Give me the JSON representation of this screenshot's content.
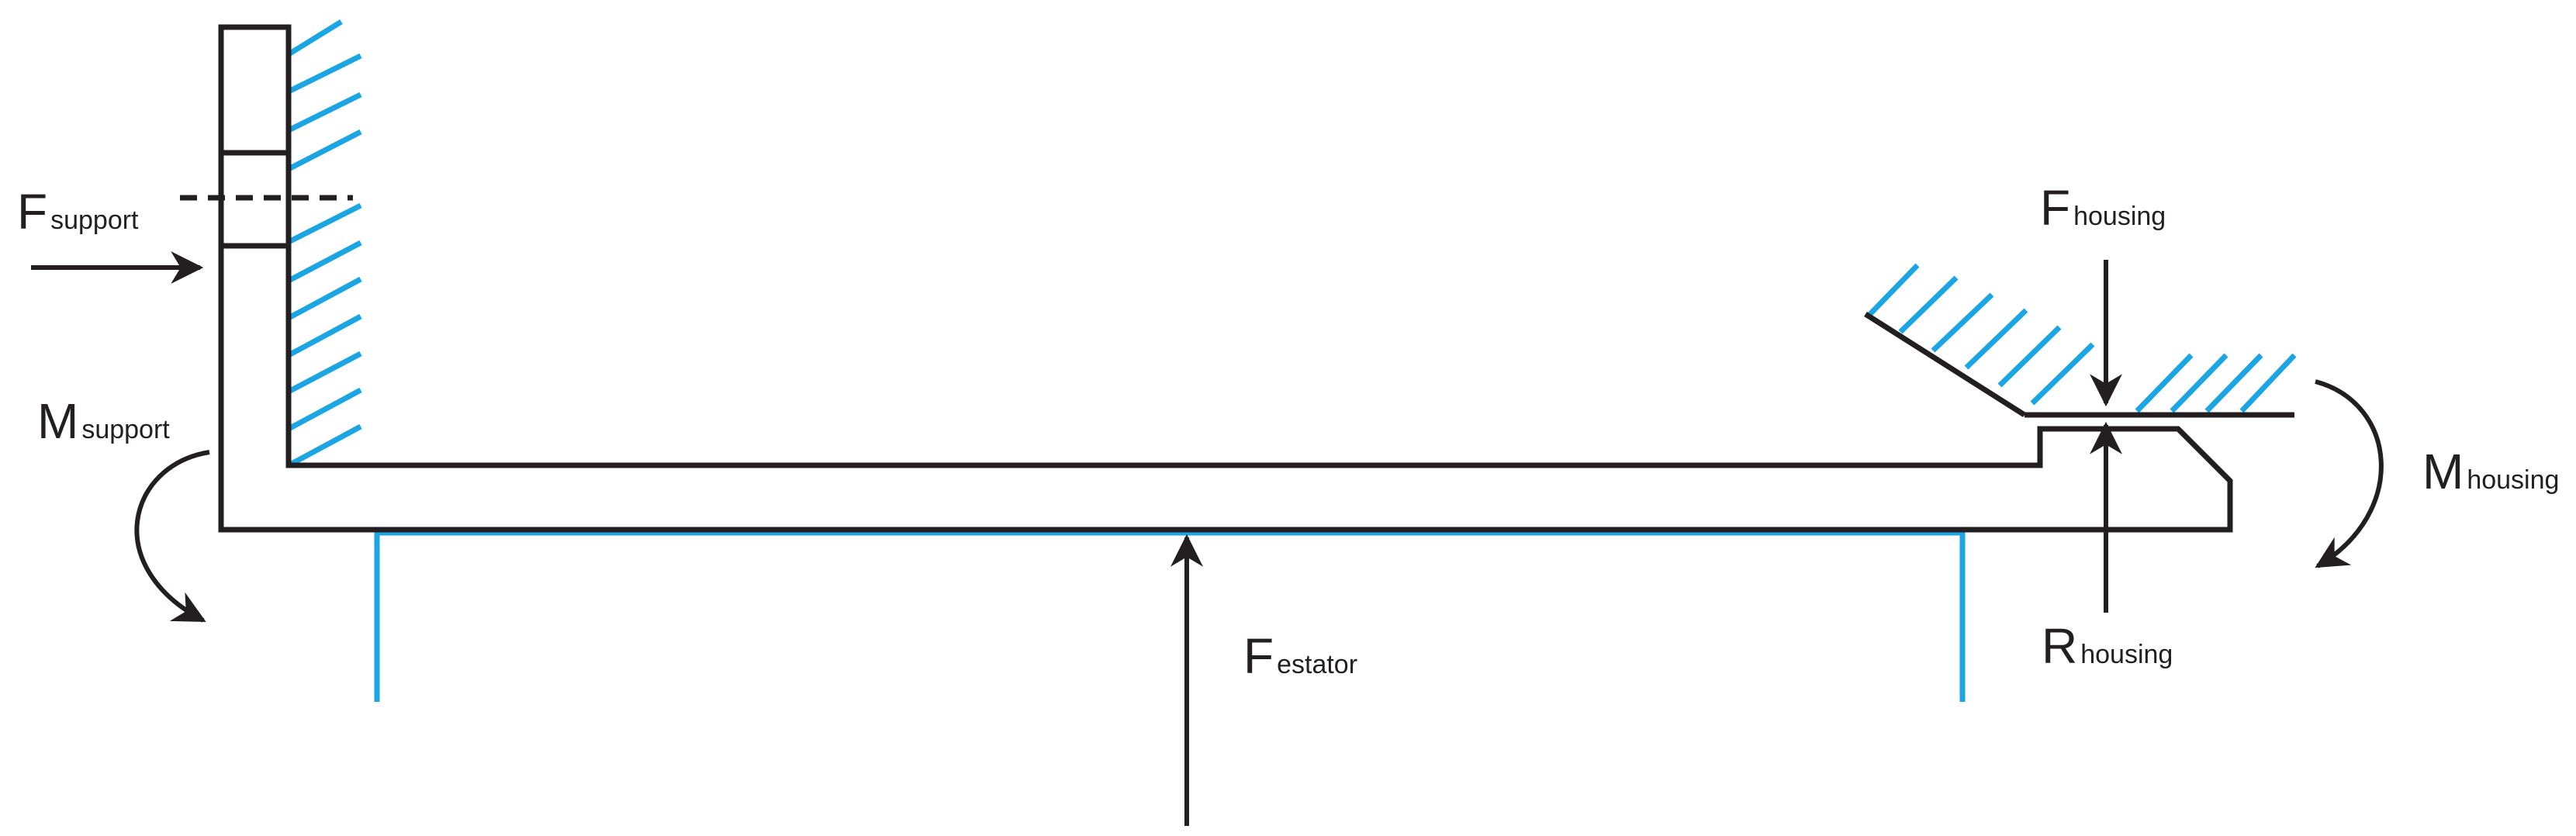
{
  "colors": {
    "structure": "#231f20",
    "hatch": "#1ba6e3",
    "arrow": "#231f20"
  },
  "labels": {
    "f_support": {
      "main": "F",
      "sub": "support"
    },
    "m_support": {
      "main": "M",
      "sub": "support"
    },
    "f_housing": {
      "main": "F",
      "sub": "housing"
    },
    "m_housing": {
      "main": "M",
      "sub": "housing"
    },
    "r_housing": {
      "main": "R",
      "sub": "housing"
    },
    "f_estator": {
      "main": "F",
      "sub": "estator"
    }
  }
}
